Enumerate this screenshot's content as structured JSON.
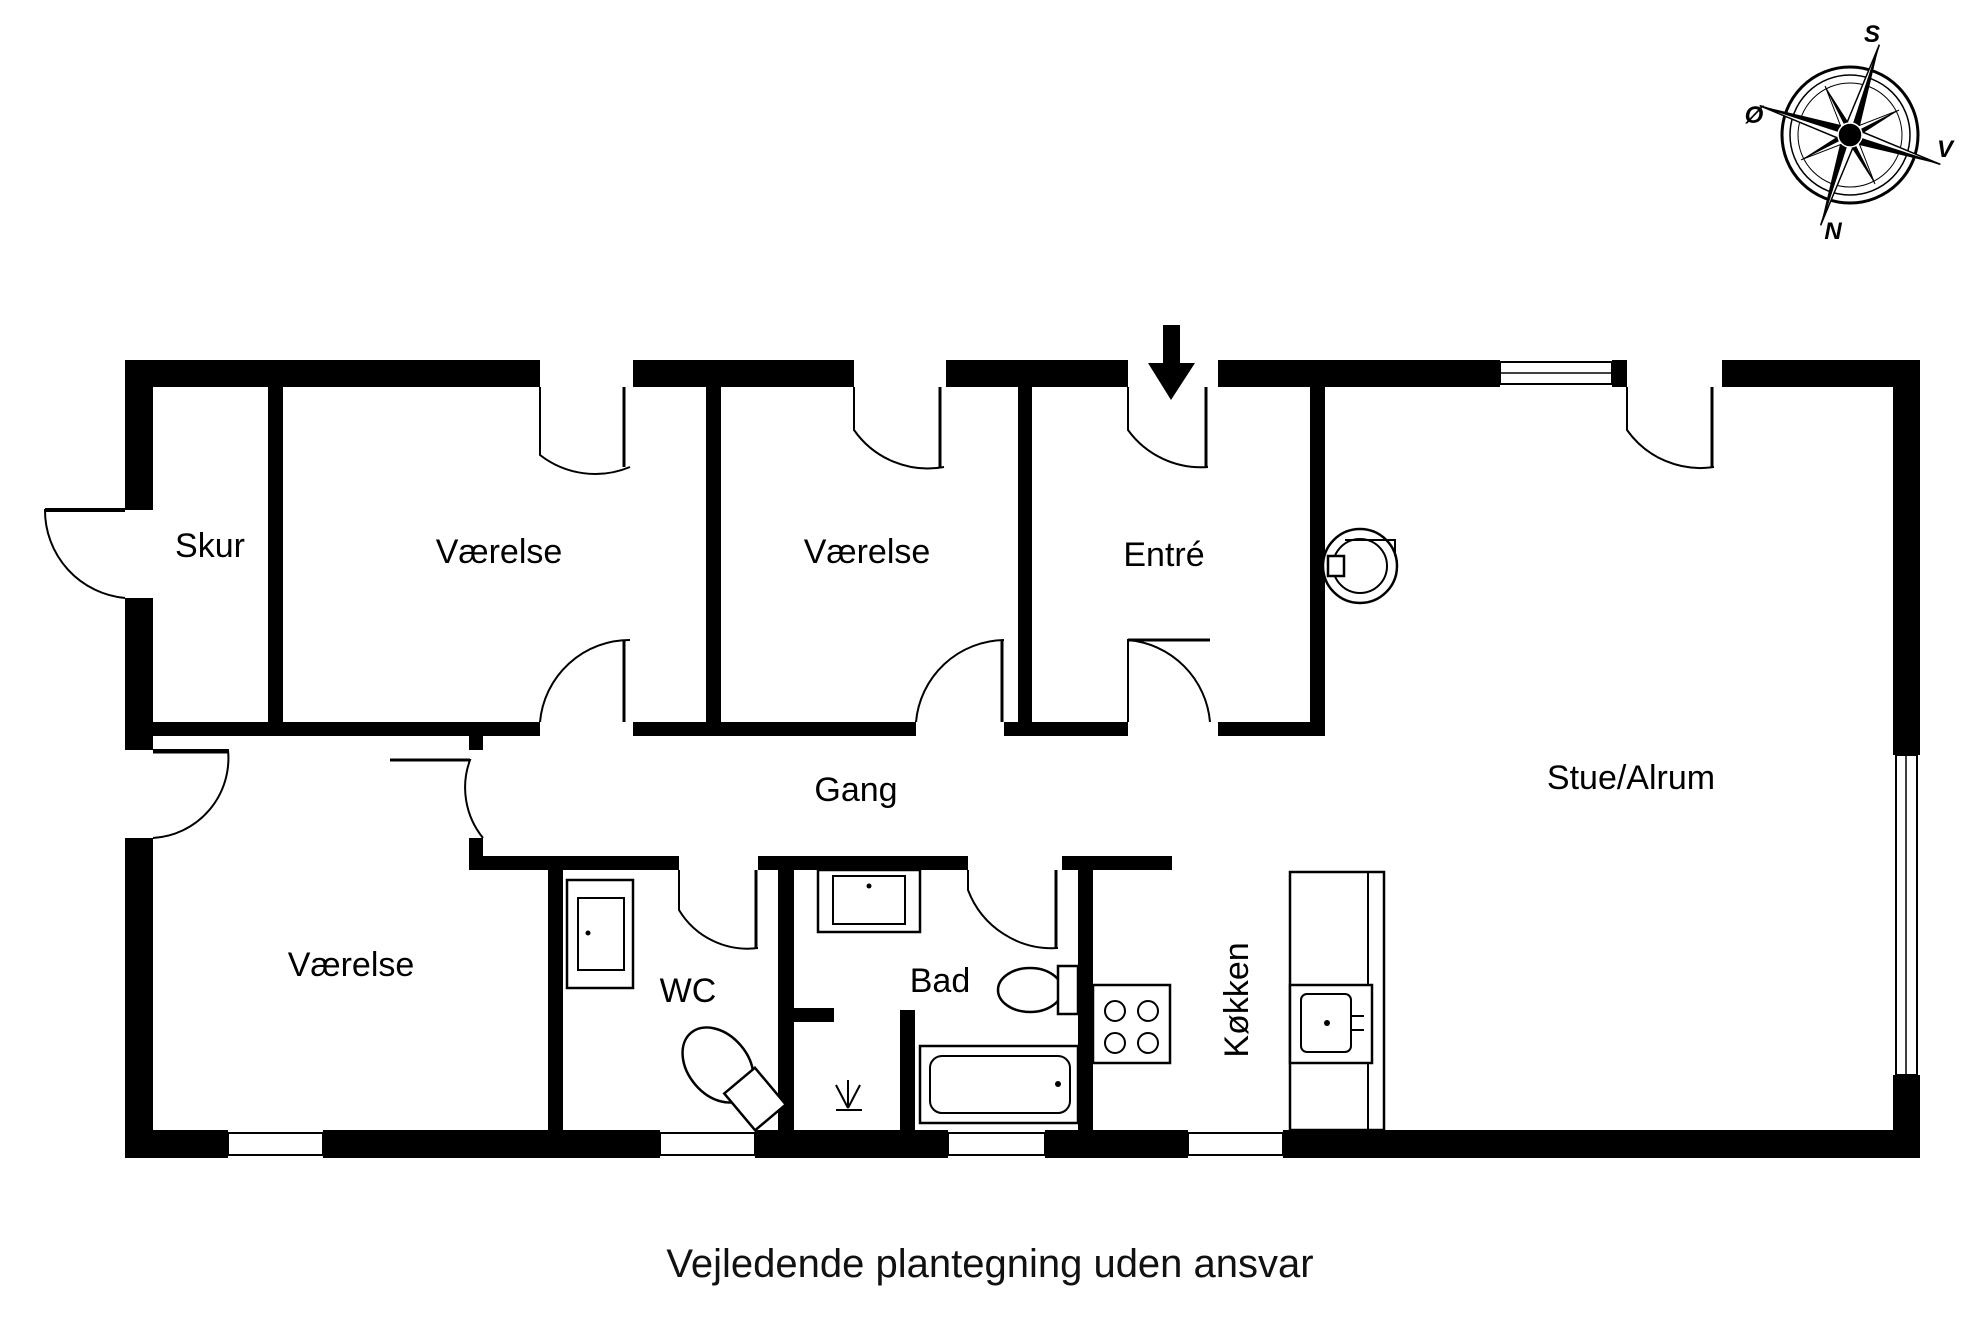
{
  "plan": {
    "rooms": {
      "skur": "Skur",
      "vaerelse_1": "Værelse",
      "vaerelse_2": "Værelse",
      "entre": "Entré",
      "gang": "Gang",
      "stue": "Stue/Alrum",
      "vaerelse_3": "Værelse",
      "wc": "WC",
      "bad": "Bad",
      "koekken": "Køkken"
    },
    "compass": {
      "top": "S",
      "left": "Ø",
      "right": "V",
      "bottom": "N"
    },
    "caption": "Vejledende plantegning uden ansvar"
  },
  "colors": {
    "wall": "#000000",
    "background": "#ffffff"
  }
}
